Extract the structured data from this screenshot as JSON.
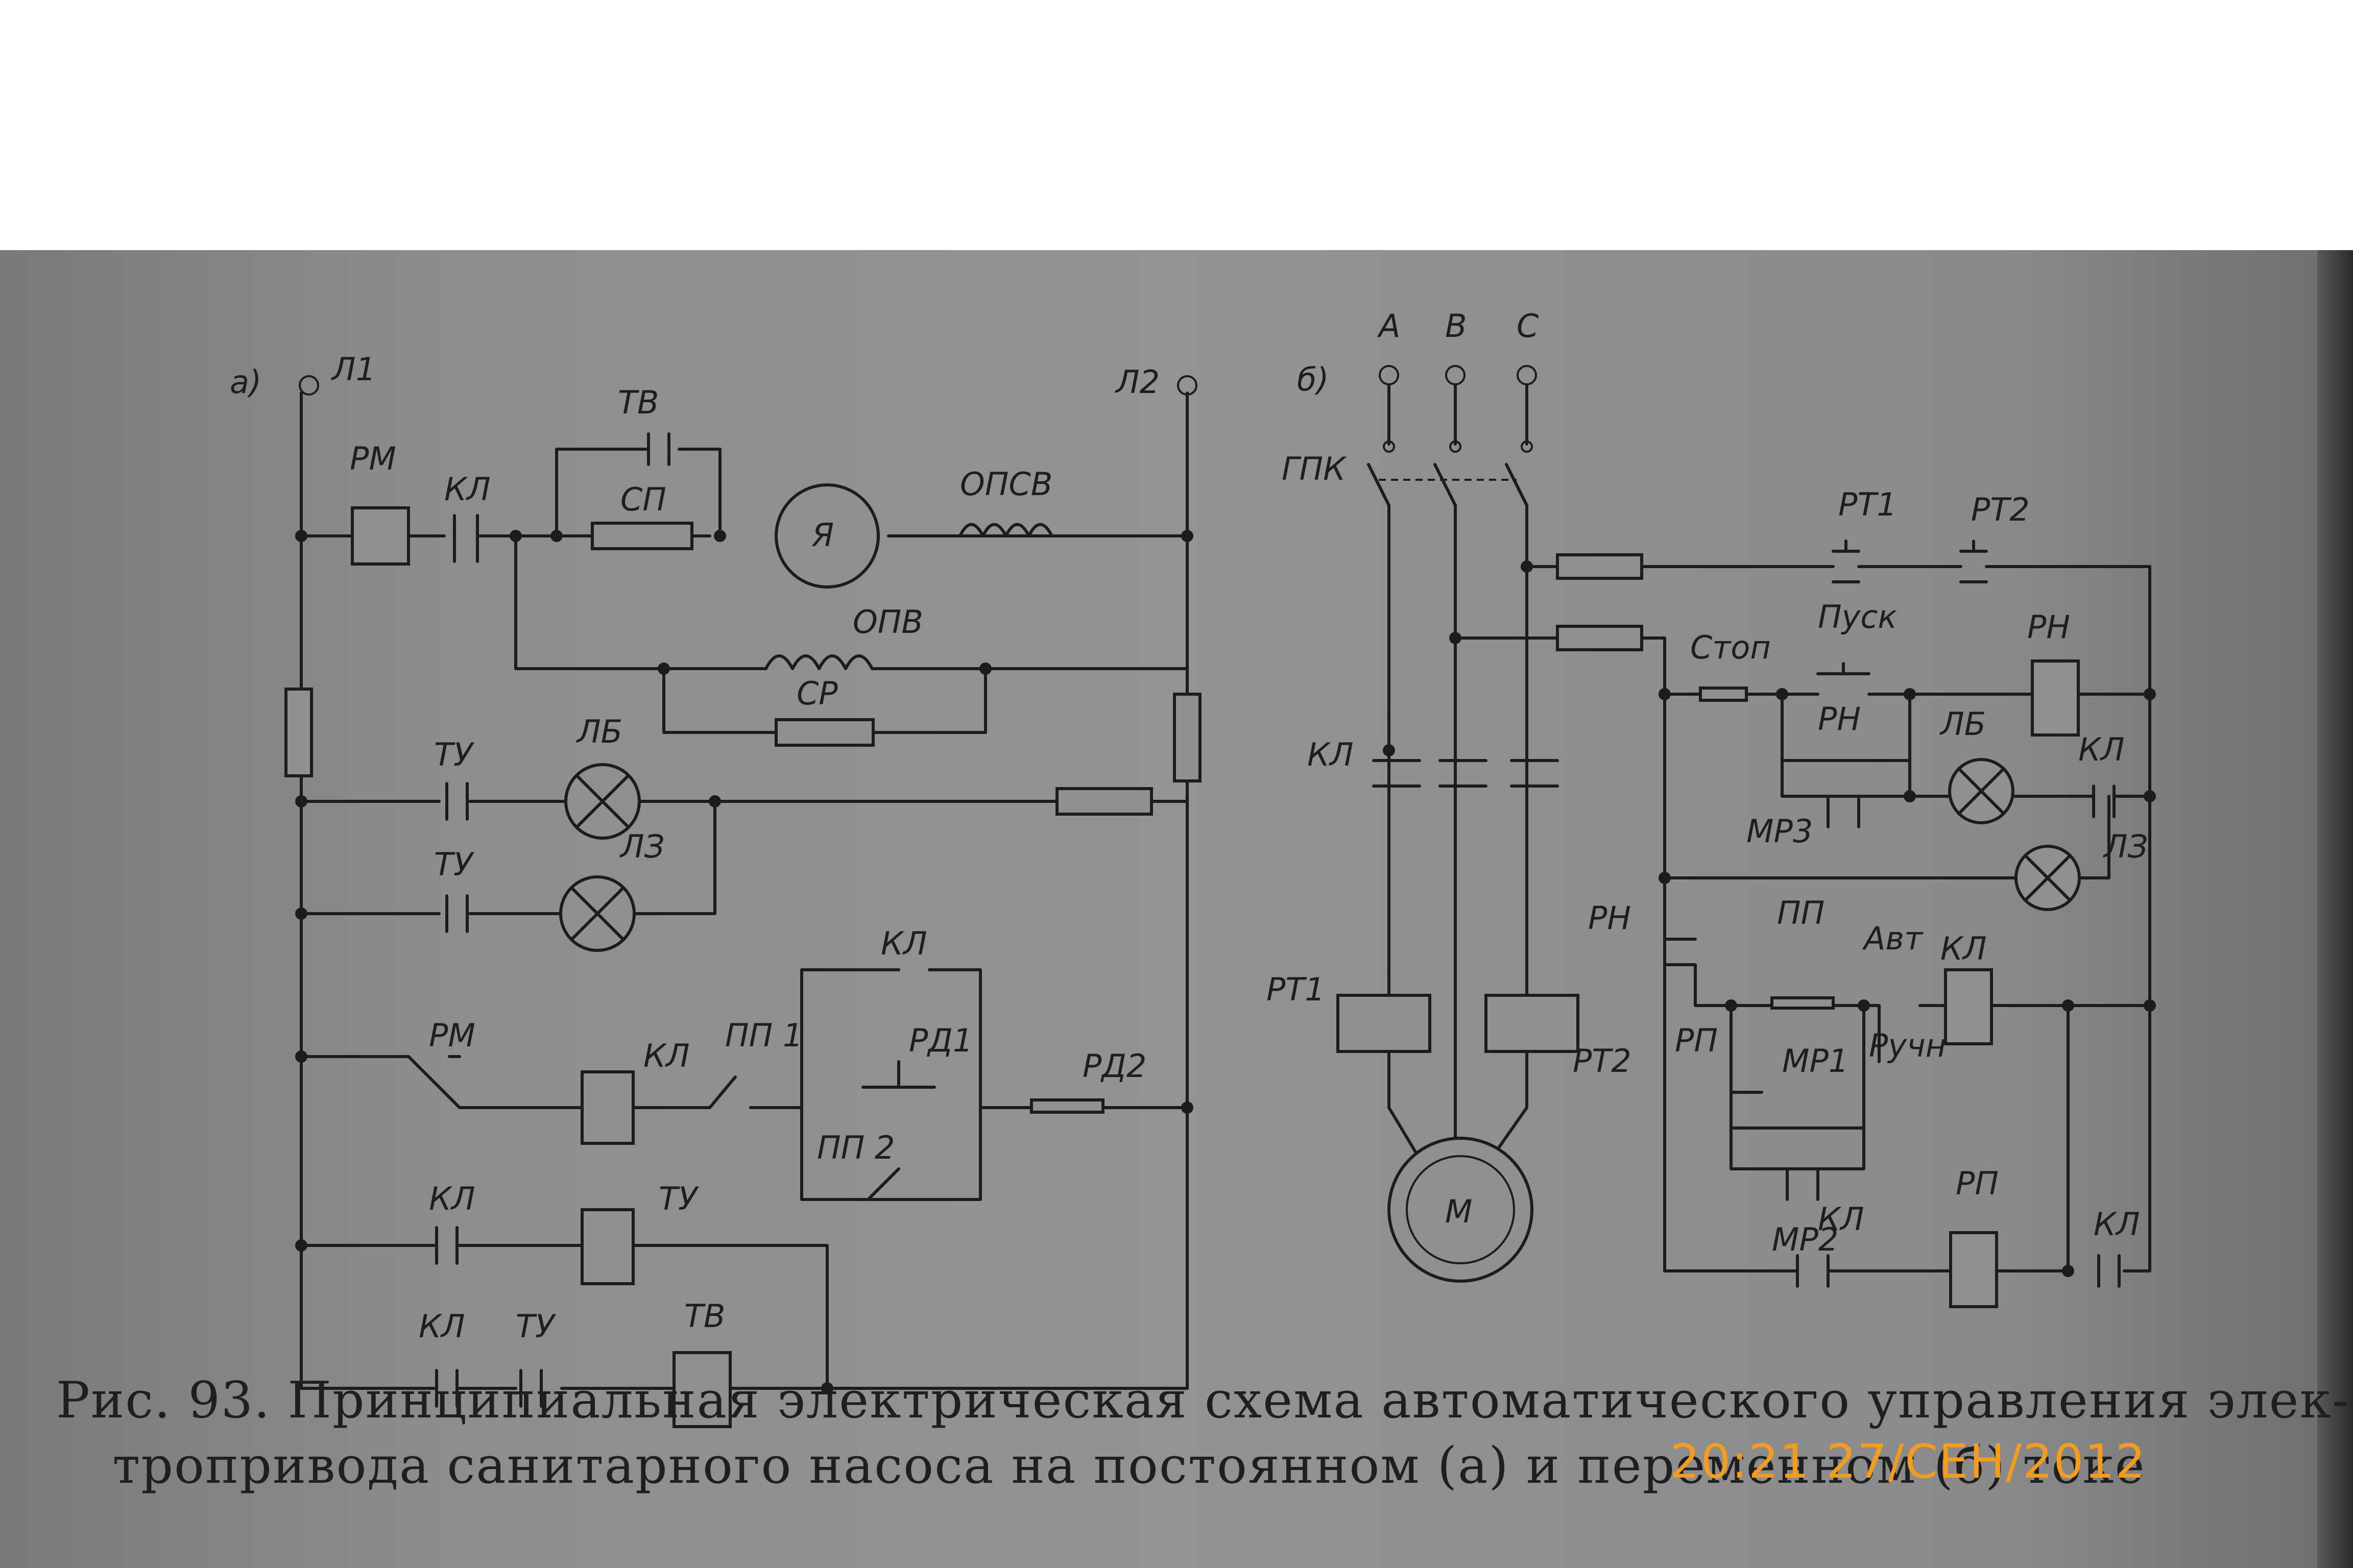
{
  "figure": {
    "caption_line1": "Рис. 93. Принципиальная электрическая схема автоматического управления элек-",
    "caption_line2": "тропривода санитарного насоса на постоянном (а) и переменном (б) токе",
    "timestamp": "20:21 27/СЕН/2012"
  },
  "diagram_a": {
    "marker": "а)",
    "labels": {
      "l1": "Л1",
      "l2": "Л2",
      "rm_top": "РМ",
      "kl_top": "КЛ",
      "tv_top": "ТВ",
      "sp": "СП",
      "ya": "Я",
      "opsv": "ОПСВ",
      "opv": "ОПВ",
      "sr": "СР",
      "ty1": "ТУ",
      "lb": "ЛБ",
      "ty2": "ТУ",
      "lz": "ЛЗ",
      "kl_mid": "КЛ",
      "rm_mid": "РМ",
      "kl_coil": "КЛ",
      "pp1": "ПП 1",
      "rd1": "РД1",
      "pp2": "ПП 2",
      "rd2": "РД2",
      "kl_low": "КЛ",
      "ty_coil": "ТУ",
      "tv_coil": "ТВ",
      "kl_bot": "КЛ",
      "ty_bot": "ТУ"
    }
  },
  "diagram_b": {
    "marker": "б)",
    "labels": {
      "a": "А",
      "b": "В",
      "c": "С",
      "gpk": "ГПК",
      "kl_main": "КЛ",
      "rt1_heater": "РТ1",
      "rt2_heater": "РТ2",
      "motor": "М",
      "rt1": "РТ1",
      "rt2": "РТ2",
      "stop": "Стоп",
      "pusk": "Пуск",
      "rn_coil": "РН",
      "rn_contact": "РН",
      "mr3": "МР3",
      "lb": "ЛБ",
      "kl_lamp": "КЛ",
      "lz": "ЛЗ",
      "rn_left": "РН",
      "pp": "ПП",
      "avt": "Авт",
      "kl_coil": "КЛ",
      "rp": "РП",
      "ruchn": "Ручн",
      "mr1": "МР1",
      "kl_low": "КЛ",
      "mr2": "МР2",
      "rp_coil": "РП",
      "kl_right": "КЛ"
    }
  }
}
